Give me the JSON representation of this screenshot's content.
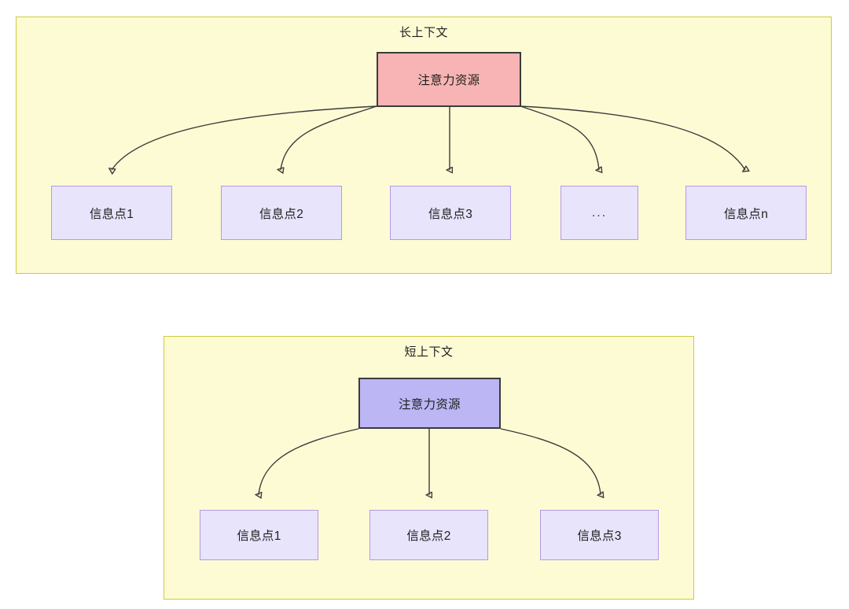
{
  "diagram": {
    "title_hidden": "",
    "colors": {
      "group_fill": "#fdfbd4",
      "group_border": "#cfc93f",
      "attention_long_fill": "#f8b4b4",
      "attention_short_fill": "#bcb6f5",
      "node_border_dark": "#3b3b3b",
      "info_fill": "#e8e4fc",
      "info_border": "#b49ae8",
      "edge_stroke": "#3b3b3b"
    }
  },
  "groups": [
    {
      "id": "long-context",
      "title": "长上下文",
      "root": {
        "label": "注意力资源"
      },
      "children": [
        {
          "label": "信息点1"
        },
        {
          "label": "信息点2"
        },
        {
          "label": "信息点3"
        },
        {
          "label": "..."
        },
        {
          "label": "信息点n"
        }
      ]
    },
    {
      "id": "short-context",
      "title": "短上下文",
      "root": {
        "label": "注意力资源"
      },
      "children": [
        {
          "label": "信息点1"
        },
        {
          "label": "信息点2"
        },
        {
          "label": "信息点3"
        }
      ]
    }
  ]
}
